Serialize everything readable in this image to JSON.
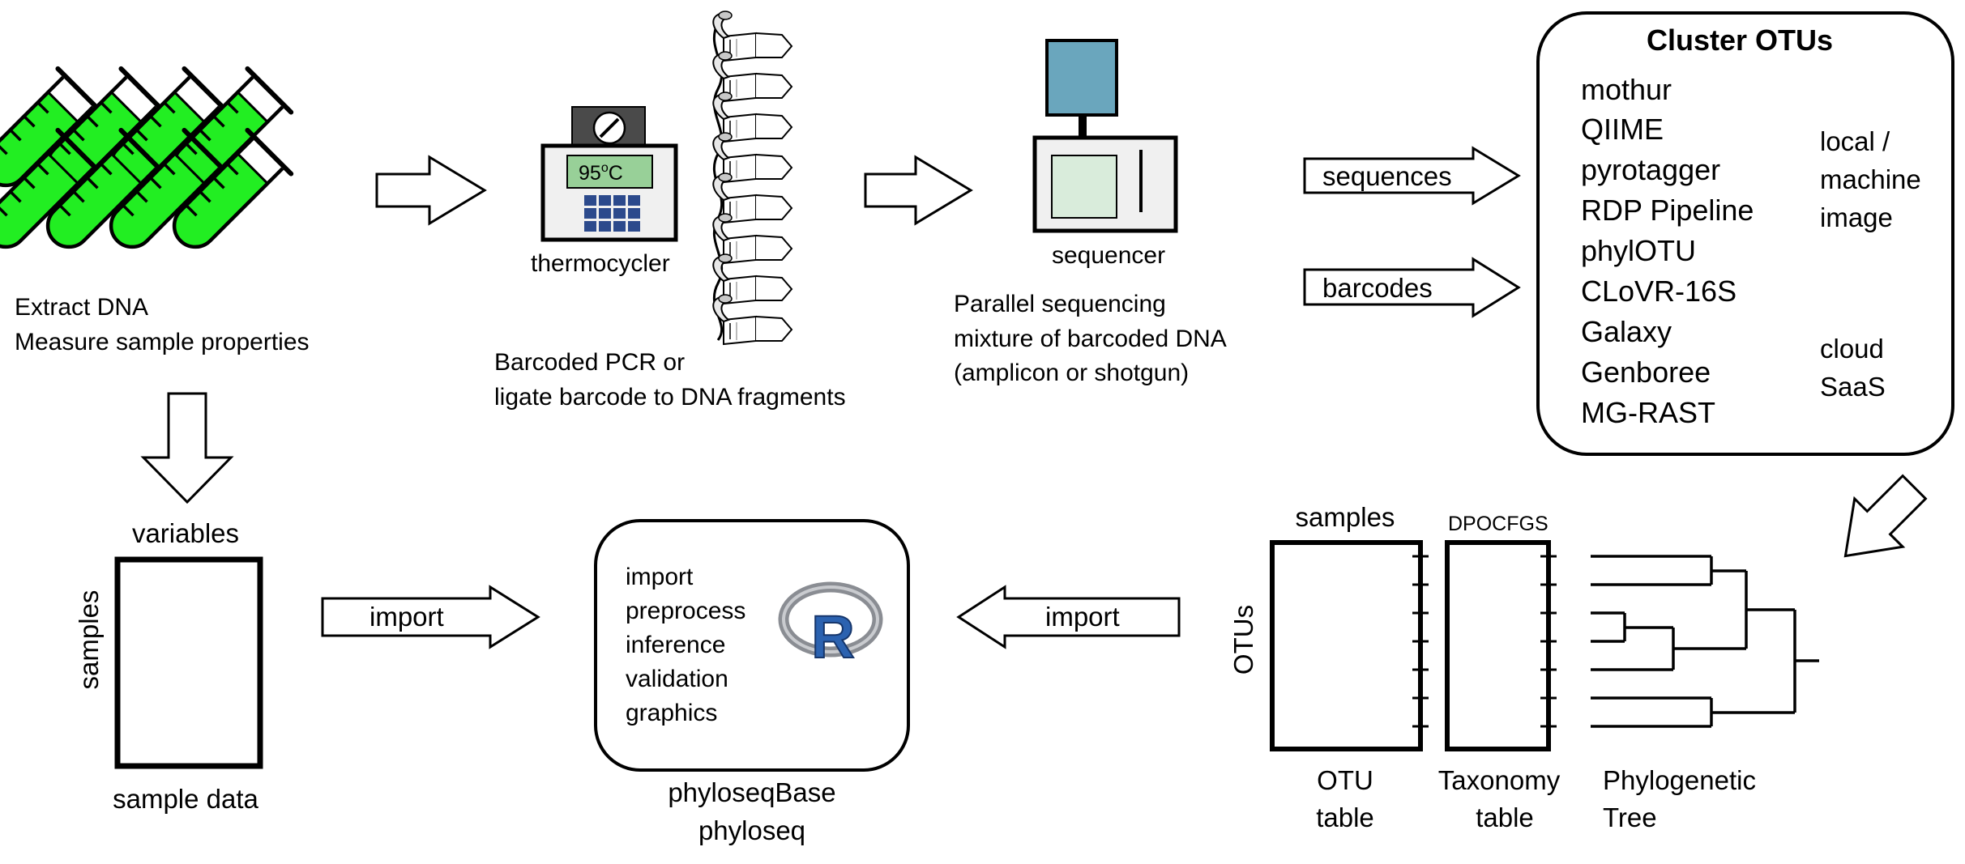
{
  "extract": {
    "line1": "Extract DNA",
    "line2": "Measure sample properties"
  },
  "pcr": {
    "device_label": "thermocycler",
    "display_text": "95",
    "display_sup": "o",
    "display_unit": "C",
    "caption1": "Barcoded PCR or",
    "caption2": "ligate barcode to DNA fragments"
  },
  "sequencing": {
    "device_label": "sequencer",
    "caption1": "Parallel sequencing",
    "caption2": "mixture of barcoded DNA",
    "caption3": "(amplicon or shotgun)"
  },
  "arrows": {
    "sequences": "sequences",
    "barcodes": "barcodes",
    "import_left": "import",
    "import_right": "import"
  },
  "cluster": {
    "title": "Cluster OTUs",
    "tools": [
      "mothur",
      "QIIME",
      "pyrotagger",
      "RDP Pipeline",
      "phylOTU",
      "CLoVR-16S",
      "Galaxy",
      "Genboree",
      "MG-RAST"
    ],
    "local_1": "local /",
    "local_2": "machine",
    "local_3": "image",
    "cloud_1": "cloud",
    "cloud_2": "SaaS"
  },
  "sample_data": {
    "top_label": "variables",
    "side_label": "samples",
    "bottom_label": "sample data"
  },
  "phyloseq": {
    "steps": [
      "import",
      "preprocess",
      "inference",
      "validation",
      "graphics"
    ],
    "logo_letter": "R",
    "caption1": "phyloseqBase",
    "caption2": "phyloseq"
  },
  "otu": {
    "samples_label": "samples",
    "otus_label": "OTUs",
    "taxonomy_ranks": "DPOCFGS",
    "otu_table_1": "OTU",
    "otu_table_2": "table",
    "tax_table_1": "Taxonomy",
    "tax_table_2": "table",
    "tree_1": "Phylogenetic",
    "tree_2": "Tree"
  },
  "colors": {
    "tube_green": "#22ee22",
    "thermo_display": "#98d098",
    "thermo_grid": "#2c4a8c",
    "monitor": "#6aa6bd",
    "sequencer_screen": "#d9ecdb",
    "panel_gray": "#f0f0f0"
  }
}
